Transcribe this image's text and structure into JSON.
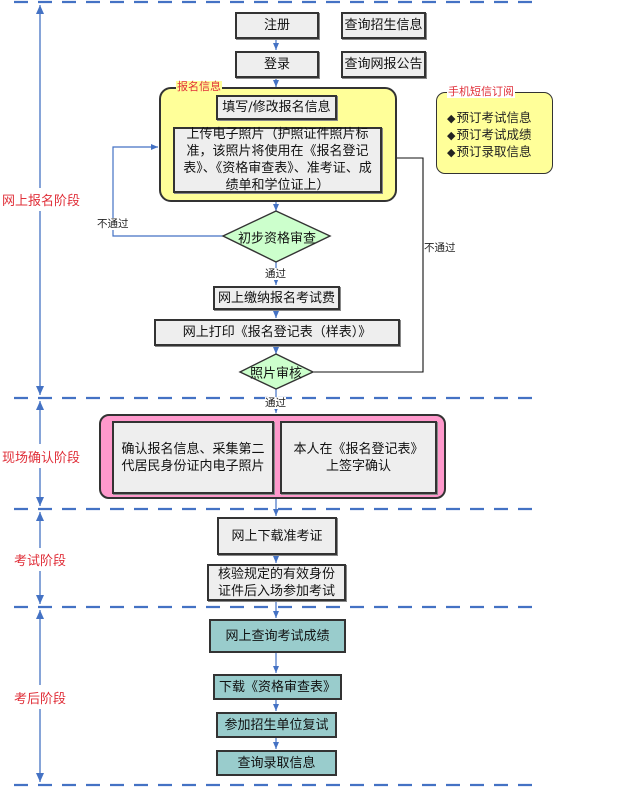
{
  "colors": {
    "divider": "#4472c4",
    "arrow": "#4472c4",
    "stage_text": "#e0303a",
    "gray_box": "#eeeeee",
    "teal_box": "#99cccc",
    "yellow_group": "#ffff99",
    "pink_group": "#ff99cc",
    "diamond": "#ccffcc"
  },
  "stages": [
    {
      "label": "网上报名阶段"
    },
    {
      "label": "现场确认阶段"
    },
    {
      "label": "考试阶段"
    },
    {
      "label": "考后阶段"
    }
  ],
  "online_registration": {
    "register": "注册",
    "login": "登录",
    "query_admission_info": "查询招生信息",
    "query_announcements": "查询网报公告",
    "info_group": {
      "title": "报名信息",
      "fill_info": "填写/修改报名信息",
      "upload_photo": "上传电子照片（护照证件照片标准，该照片将使用在《报名登记表》、《资格审查表》、准考证、成绩单和学位证上）"
    },
    "sms_subscription": {
      "title": "手机短信订阅",
      "bullet": "◆",
      "items": [
        "预订考试信息",
        "预订考试成绩",
        "预订录取信息"
      ]
    },
    "preliminary_review": "初步资格审查",
    "pay_fee": "网上缴纳报名考试费",
    "print_form": "网上打印《报名登记表（样表）》",
    "photo_review": "照片审核",
    "labels": {
      "fail_left": "不通过",
      "fail_right": "不通过",
      "pass_1": "通过",
      "pass_2": "通过"
    }
  },
  "onsite_confirmation": {
    "confirm_info": "确认报名信息、采集第二代居民身份证内电子照片",
    "sign_form": "本人在《报名登记表》上签字确认"
  },
  "exam": {
    "download_ticket": "网上下载准考证",
    "verify_id": "核验规定的有效身份证件后入场参加考试"
  },
  "post_exam": {
    "query_scores": "网上查询考试成绩",
    "download_form": "下载《资格审查表》",
    "retest": "参加招生单位复试",
    "query_admission": "查询录取信息"
  }
}
